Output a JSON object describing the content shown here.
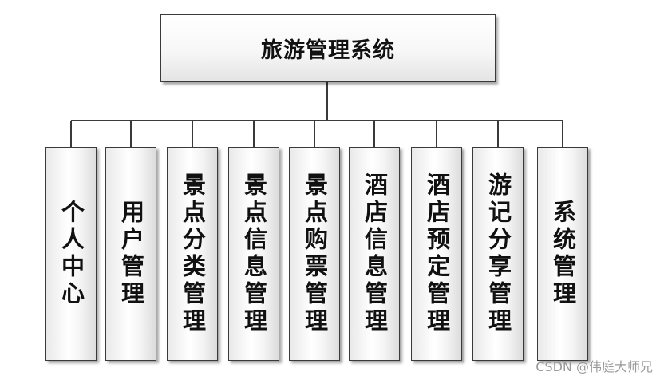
{
  "root": {
    "label": "旅游管理系统"
  },
  "modules": [
    "个人中心",
    "用户管理",
    "景点分类管理",
    "景点信息管理",
    "景点购票管理",
    "酒店信息管理",
    "酒店预定管理",
    "游记分享管理",
    "系统管理"
  ],
  "watermark": "CSDN @伟庭大师兄",
  "colors": {
    "line": "#3a3a3a",
    "box_border": "#3a3a3a",
    "text": "#111111",
    "watermark": "#9a9a9a"
  }
}
